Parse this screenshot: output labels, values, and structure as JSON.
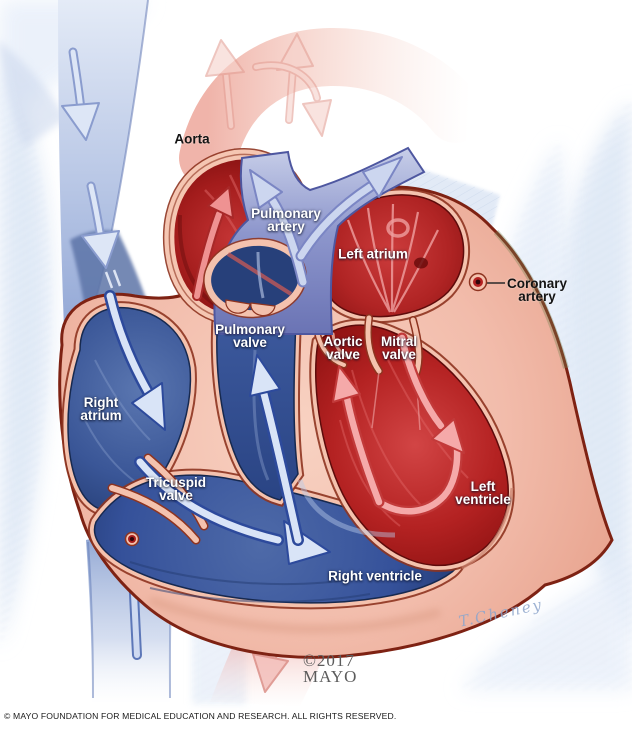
{
  "labels": {
    "aorta": [
      "Aorta"
    ],
    "pulmonary_artery": [
      "Pulmonary",
      "artery"
    ],
    "left_atrium": [
      "Left atrium"
    ],
    "coronary_artery": [
      "Coronary",
      "artery"
    ],
    "pulmonary_valve": [
      "Pulmonary",
      "valve"
    ],
    "right_atrium": [
      "Right",
      "atrium"
    ],
    "aortic_valve": [
      "Aortic",
      "valve"
    ],
    "mitral_valve": [
      "Mitral",
      "valve"
    ],
    "tricuspid_valve": [
      "Tricuspid",
      "valve"
    ],
    "left_ventricle": [
      "Left",
      "ventricle"
    ],
    "right_ventricle": [
      "Right ventricle"
    ]
  },
  "credits": {
    "copyright_year": "©2017",
    "copyright_name": "MAYO",
    "signature": "T.Cheney",
    "footer": "© MAYO FOUNDATION FOR MEDICAL EDUCATION AND RESEARCH. ALL RIGHTS RESERVED."
  },
  "colors": {
    "oxygenated_blood_red": "#b02424",
    "deoxygenated_blood_blue": "#3a5697",
    "heart_wall_pink": "#f2bcab",
    "wall_edge_maroon": "#8e3420",
    "pulmonary_artery_violet": "#6a73b4",
    "vein_light_blue": "#a9bcdf",
    "flow_arrow_light": "#d9e4f7",
    "flow_arrow_pink": "#f5a9a9",
    "background": "#ffffff"
  }
}
